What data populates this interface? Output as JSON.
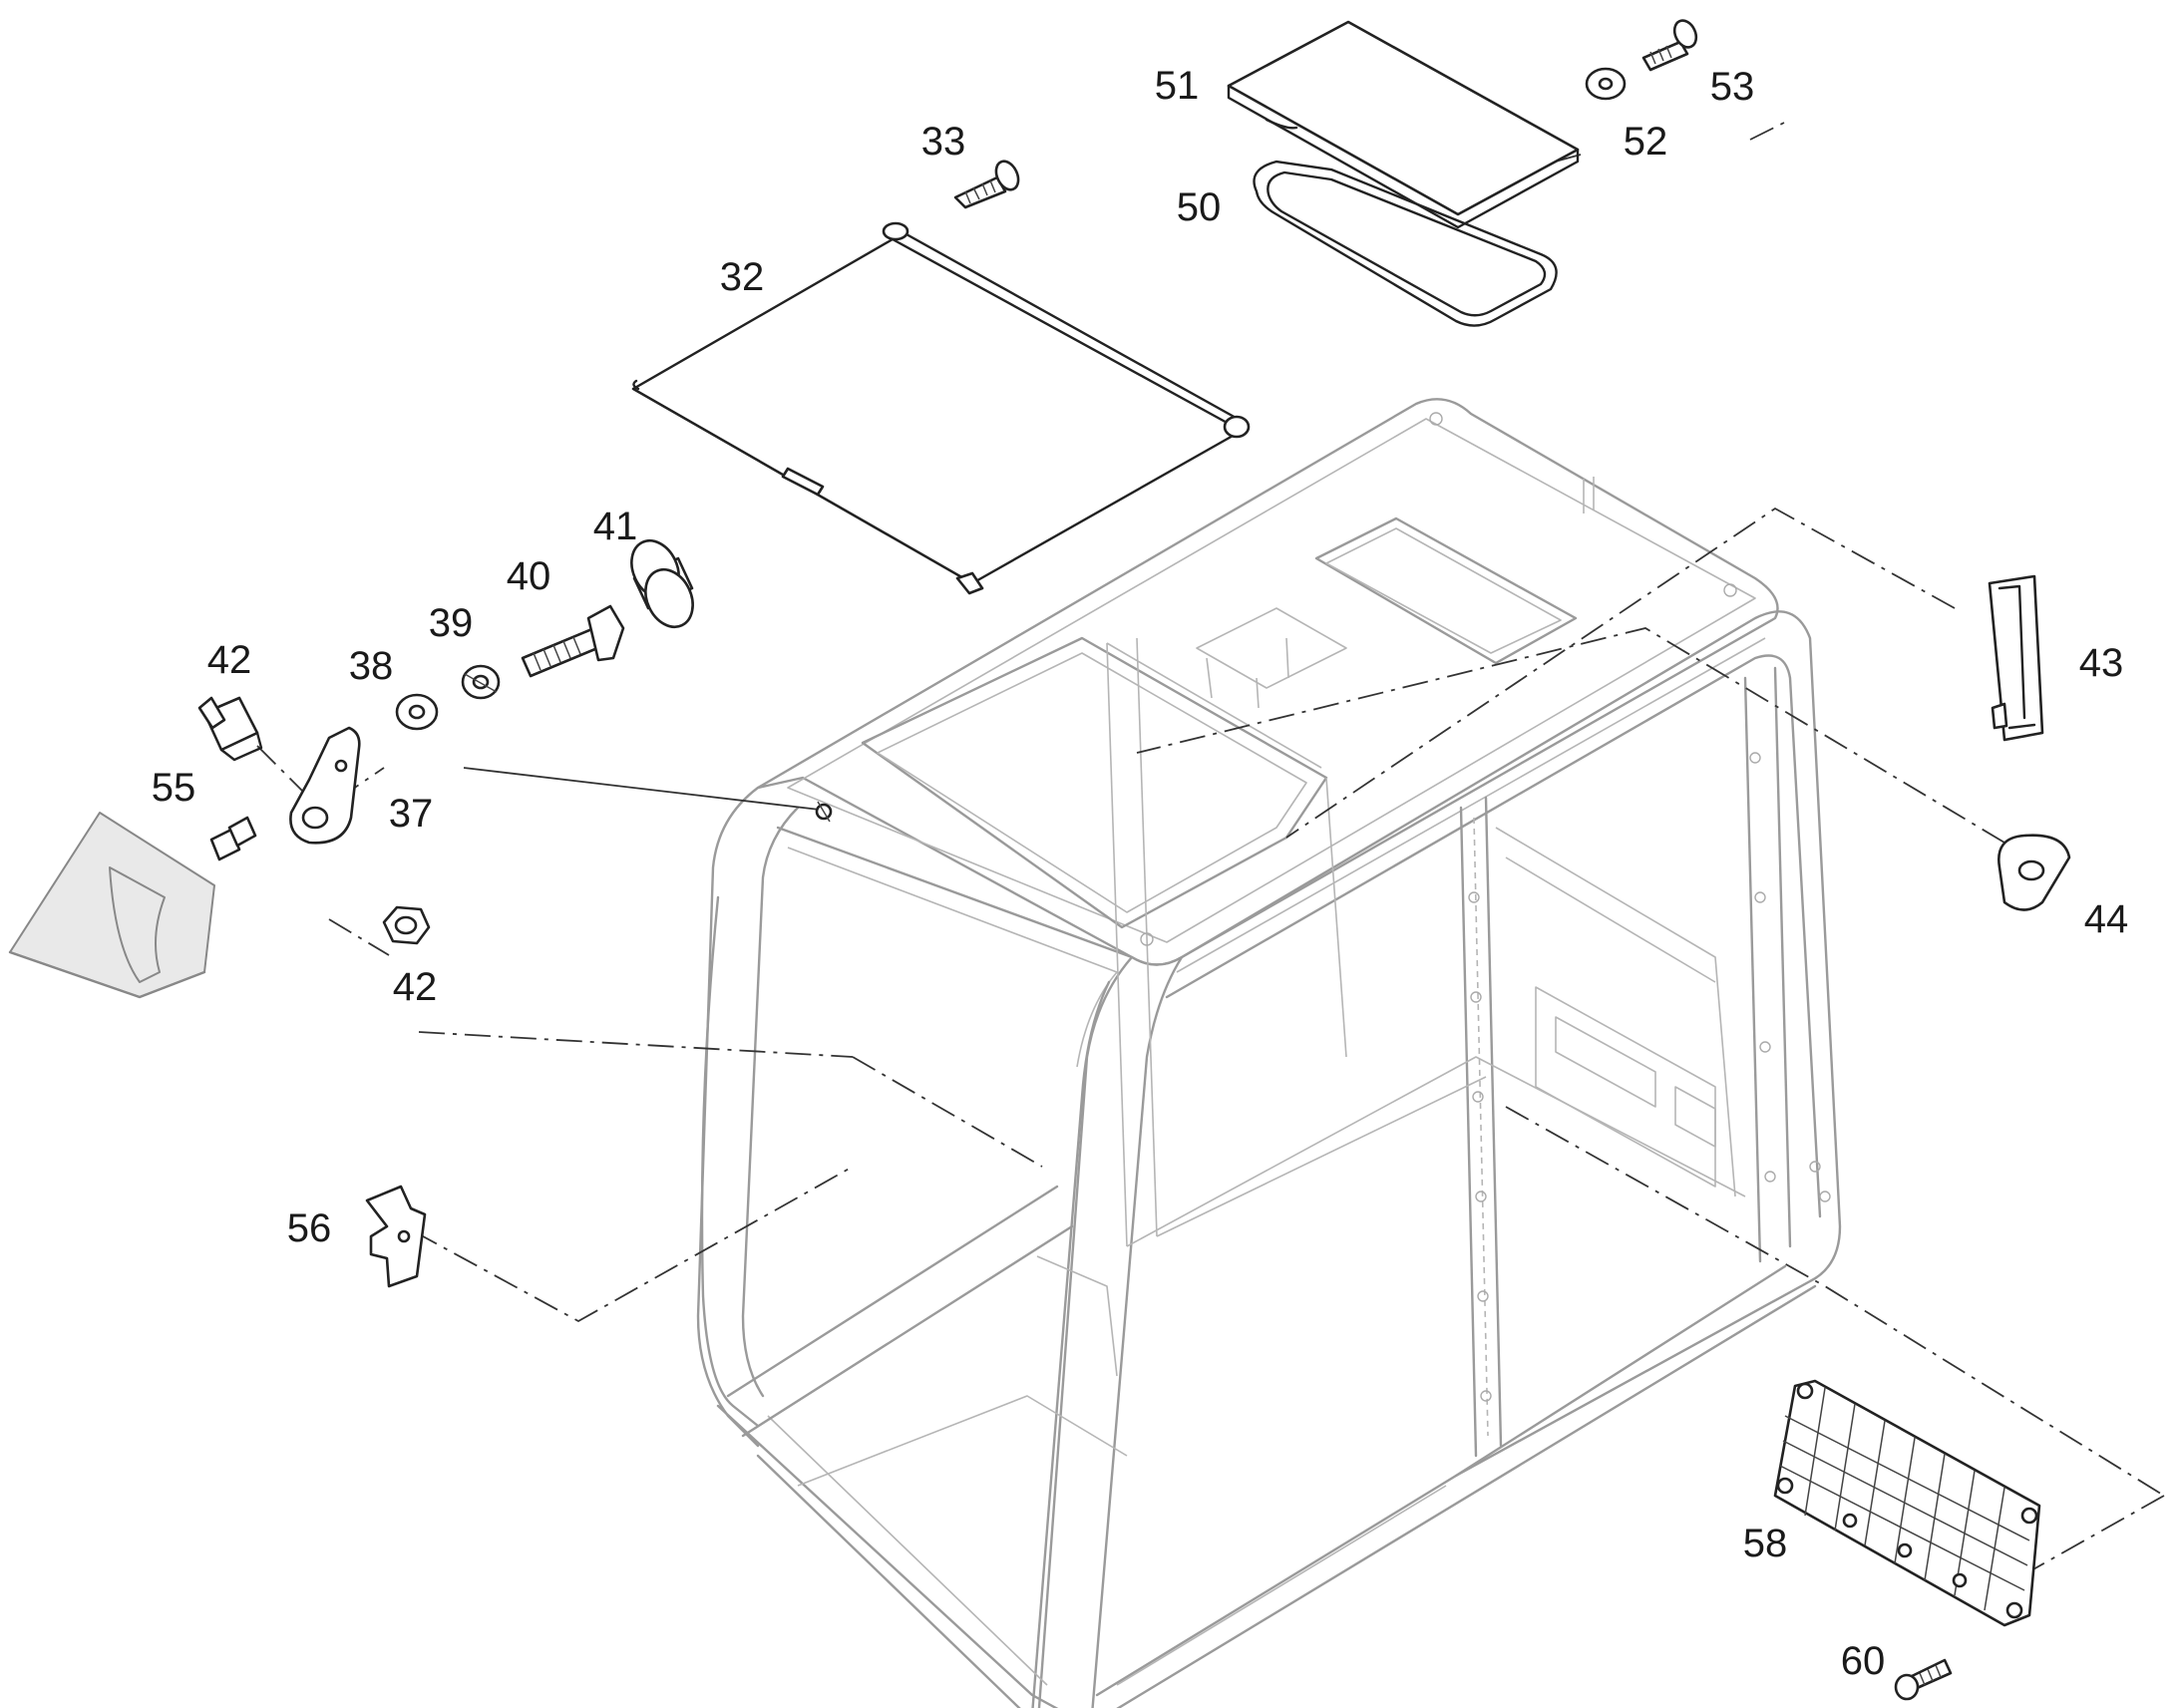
{
  "callouts": [
    {
      "id": "c51",
      "label": "51"
    },
    {
      "id": "c53",
      "label": "53"
    },
    {
      "id": "c52",
      "label": "52"
    },
    {
      "id": "c33",
      "label": "33"
    },
    {
      "id": "c50",
      "label": "50"
    },
    {
      "id": "c32",
      "label": "32"
    },
    {
      "id": "c41",
      "label": "41"
    },
    {
      "id": "c40",
      "label": "40"
    },
    {
      "id": "c39",
      "label": "39"
    },
    {
      "id": "c42a",
      "label": "42"
    },
    {
      "id": "c38",
      "label": "38"
    },
    {
      "id": "c43",
      "label": "43"
    },
    {
      "id": "c55",
      "label": "55"
    },
    {
      "id": "c37",
      "label": "37"
    },
    {
      "id": "c44",
      "label": "44"
    },
    {
      "id": "c42b",
      "label": "42"
    },
    {
      "id": "c56",
      "label": "56"
    },
    {
      "id": "c58",
      "label": "58"
    },
    {
      "id": "c60",
      "label": "60"
    }
  ],
  "parts": [
    {
      "id": "32",
      "kind": "roller-sunshade"
    },
    {
      "id": "33",
      "kind": "tapping-screw"
    },
    {
      "id": "37",
      "kind": "bracket"
    },
    {
      "id": "38",
      "kind": "washer"
    },
    {
      "id": "39",
      "kind": "lock-washer"
    },
    {
      "id": "40",
      "kind": "bolt"
    },
    {
      "id": "41",
      "kind": "bushing"
    },
    {
      "id": "42",
      "kind": "switch-and-nut"
    },
    {
      "id": "43",
      "kind": "latch"
    },
    {
      "id": "44",
      "kind": "catch"
    },
    {
      "id": "50",
      "kind": "seal"
    },
    {
      "id": "51",
      "kind": "roof-window"
    },
    {
      "id": "52",
      "kind": "washer"
    },
    {
      "id": "53",
      "kind": "screw"
    },
    {
      "id": "55",
      "kind": "plug"
    },
    {
      "id": "56",
      "kind": "clip"
    },
    {
      "id": "58",
      "kind": "mesh-guard"
    },
    {
      "id": "60",
      "kind": "tapping-screw"
    }
  ]
}
